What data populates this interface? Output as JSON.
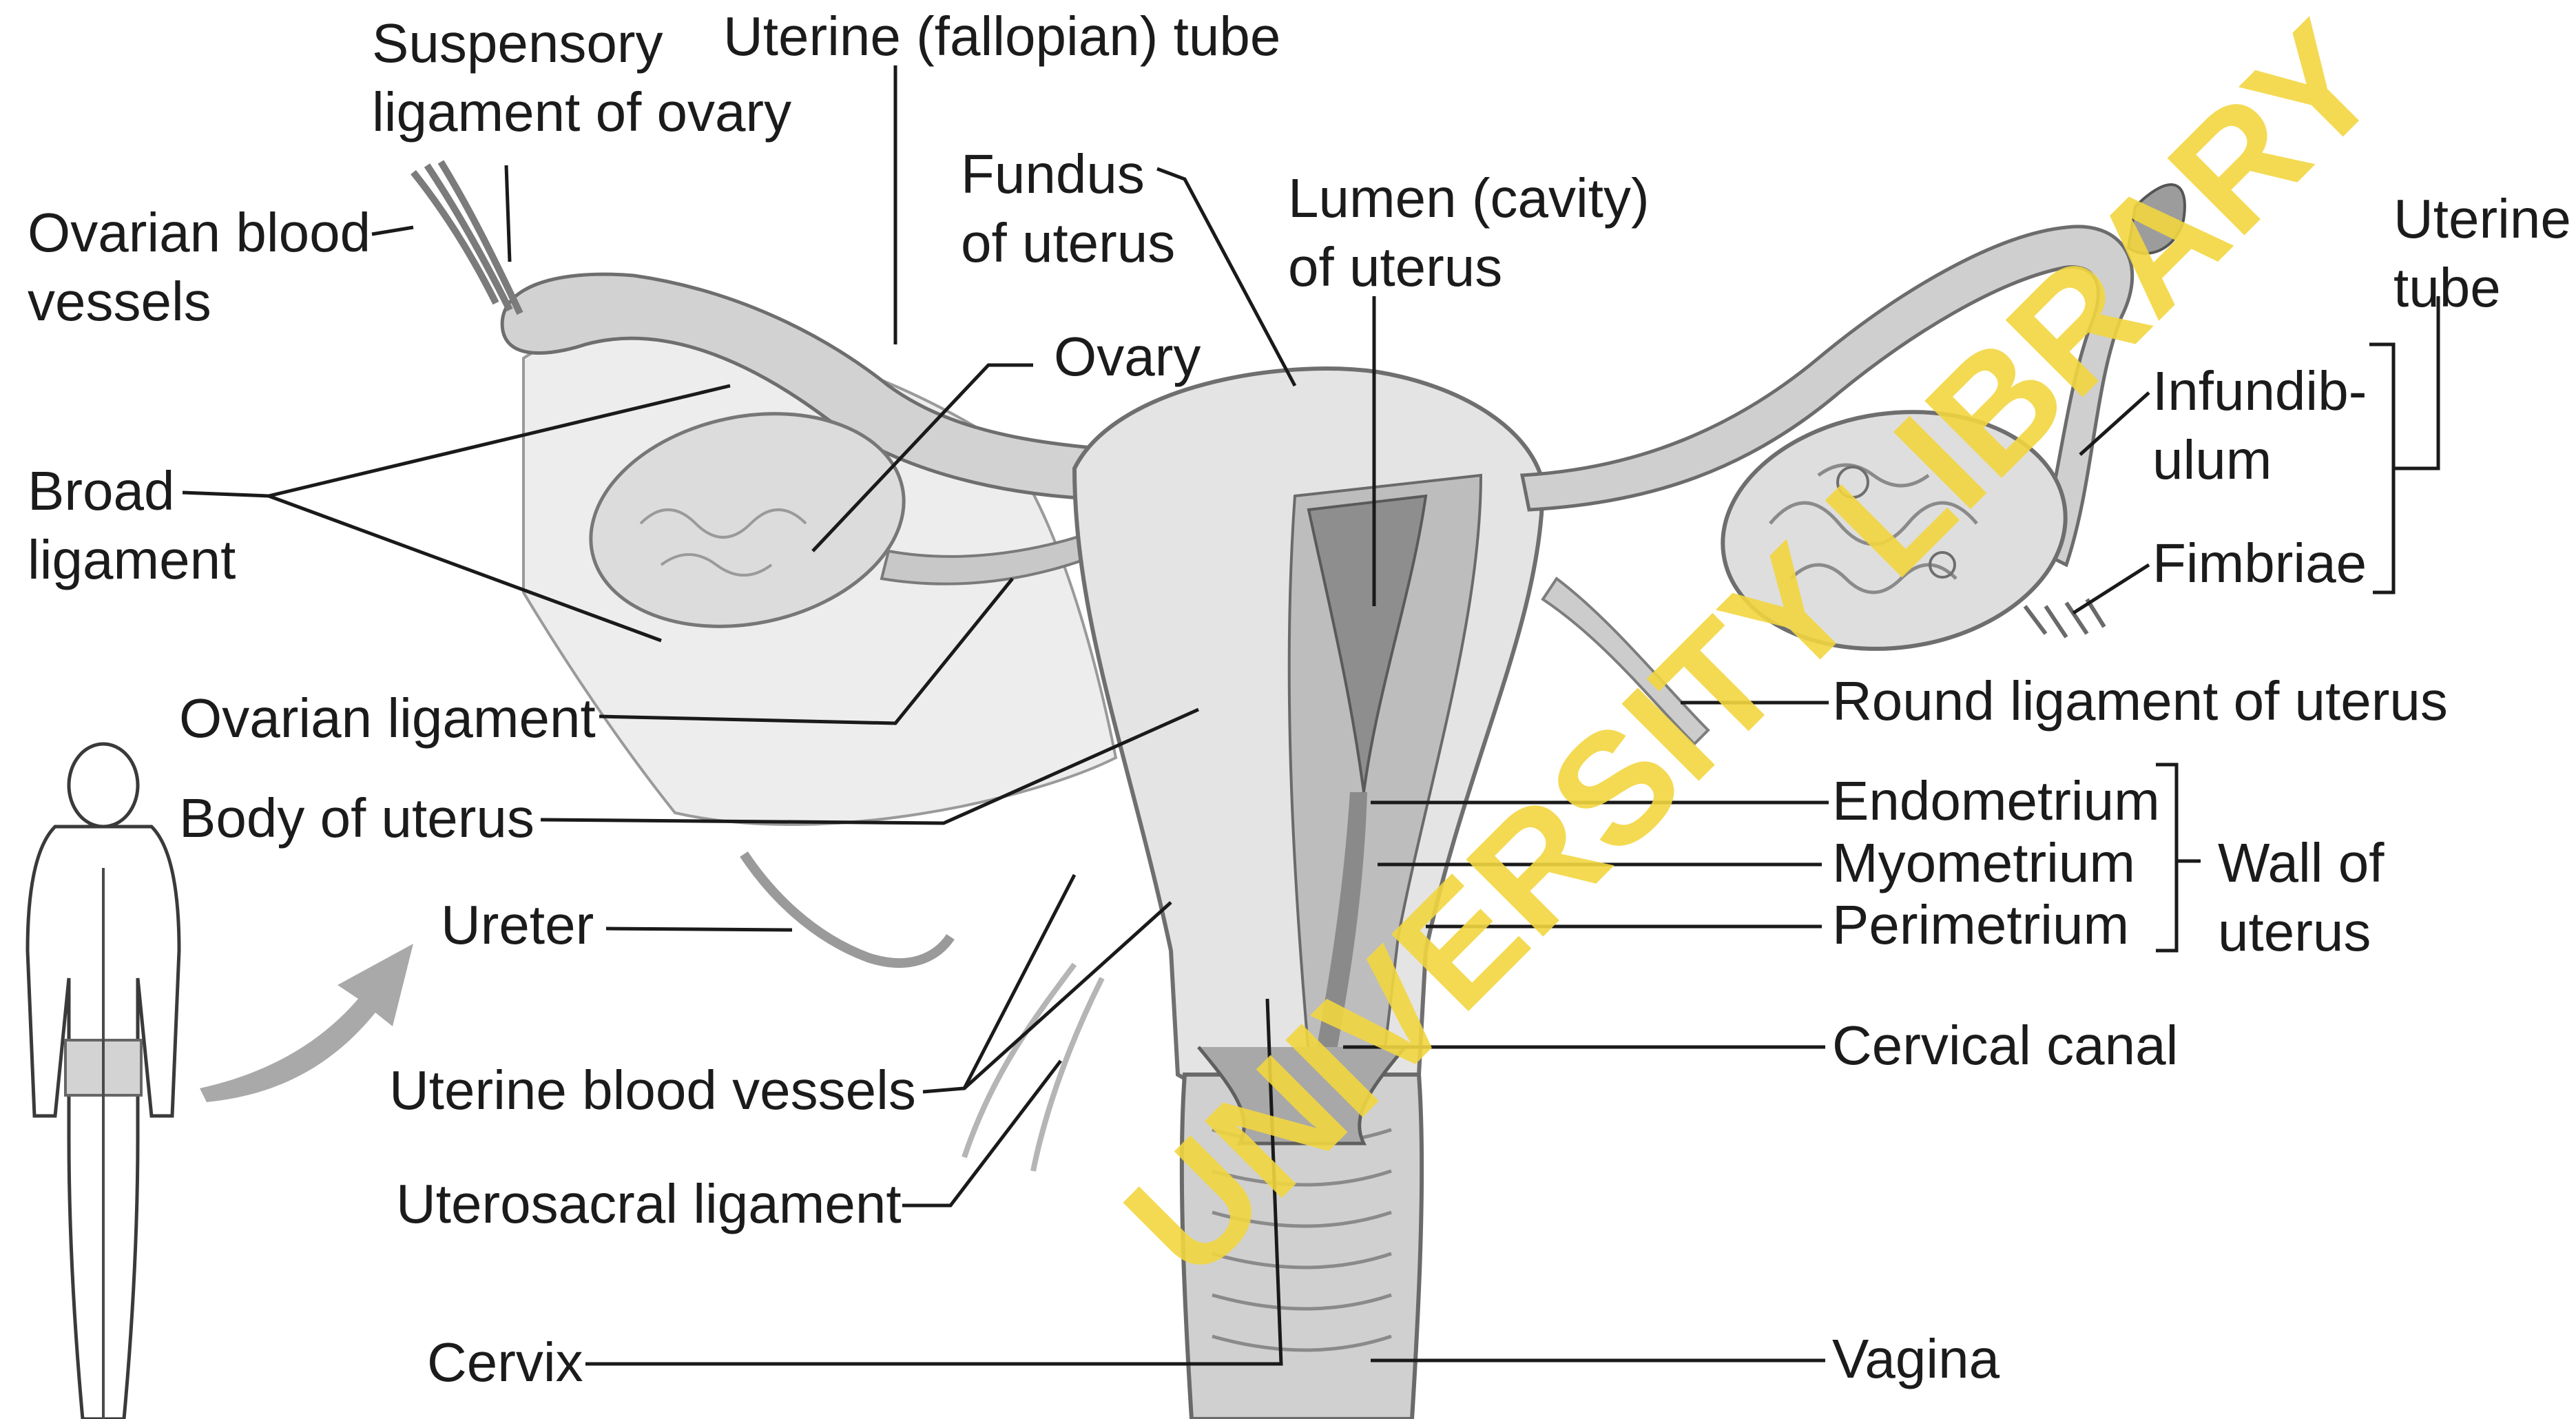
{
  "labels": {
    "suspensory_l1": "Suspensory",
    "suspensory_l2": "ligament of ovary",
    "uterine_tube_top": "Uterine (fallopian) tube",
    "ovarian_vessels_l1": "Ovarian blood",
    "ovarian_vessels_l2": "vessels",
    "fundus_l1": "Fundus",
    "fundus_l2": "of uterus",
    "lumen_l1": "Lumen (cavity)",
    "lumen_l2": "of uterus",
    "uterine_tube_right_l1": "Uterine",
    "uterine_tube_right_l2": "tube",
    "ovary": "Ovary",
    "broad_l1": "Broad",
    "broad_l2": "ligament",
    "infundibulum_l1": "Infundib-",
    "infundibulum_l2": "ulum",
    "fimbriae": "Fimbriae",
    "ovarian_ligament": "Ovarian ligament",
    "round_ligament": "Round ligament of uterus",
    "body_of_uterus": "Body of uterus",
    "endometrium": "Endometrium",
    "myometrium": "Myometrium",
    "perimetrium": "Perimetrium",
    "wall_l1": "Wall of",
    "wall_l2": "uterus",
    "ureter": "Ureter",
    "cervical_canal": "Cervical canal",
    "uterine_blood_vessels": "Uterine blood vessels",
    "uterosacral_ligament": "Uterosacral ligament",
    "cervix": "Cervix",
    "vagina": "Vagina"
  },
  "watermark": "UNIVERSITY LIBRARY",
  "colors": {
    "background": "#ffffff",
    "tissue_light": "#e2e2e2",
    "tissue_mid": "#bdbdbd",
    "tissue_dark": "#8e8e8e",
    "ink": "#1b1b1b",
    "watermark": "#f2d640"
  }
}
